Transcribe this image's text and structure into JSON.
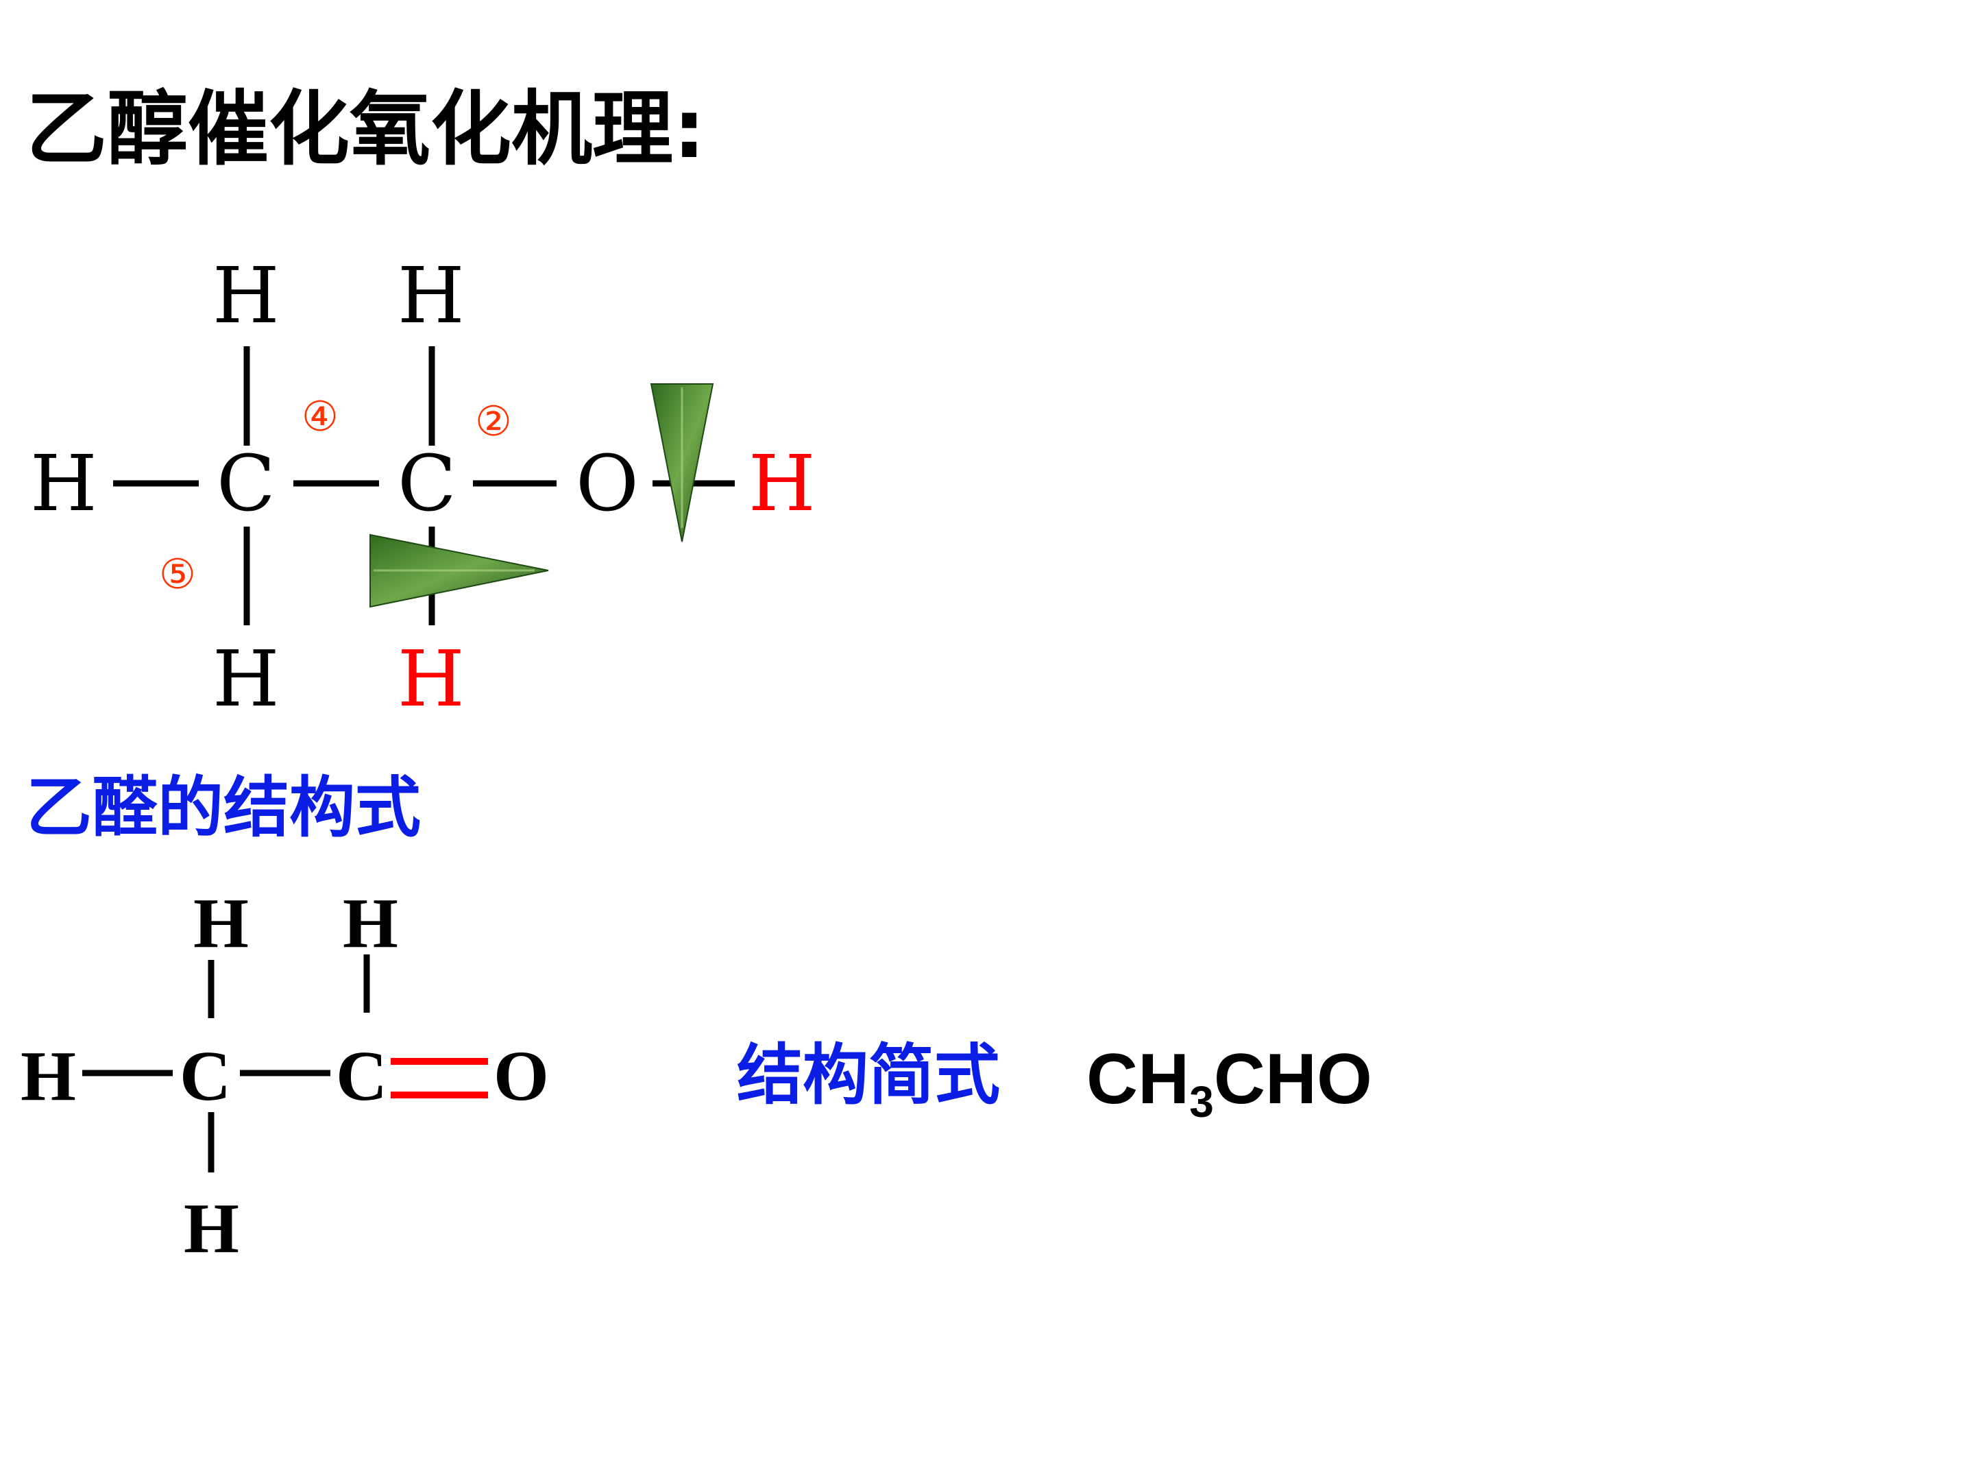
{
  "title": "乙醇催化氧化机理:",
  "colors": {
    "black": "#000000",
    "red": "#ff0000",
    "marker": "#ff3300",
    "blue": "#0a1ee6",
    "leaf": "#3d7a2a"
  },
  "ethanol": {
    "atoms": {
      "h_left": "H",
      "c1": "C",
      "c2": "C",
      "o": "O",
      "h_oh": "H",
      "h_top1": "H",
      "h_top2": "H",
      "h_bot1": "H",
      "h_bot2": "H"
    },
    "bond_labels": {
      "b2": "②",
      "b4": "④",
      "b5": "⑤"
    }
  },
  "acetaldehyde": {
    "heading": "乙醛的结构式",
    "atoms": {
      "h_left": "H",
      "c1": "C",
      "c2": "C",
      "o": "O",
      "h_top1": "H",
      "h_top2": "H",
      "h_bot1": "H"
    },
    "short_label": "结构简式",
    "formula": {
      "part1": "CH",
      "sub": "3",
      "part2": "CHO"
    }
  },
  "decorations": [
    "leaf-arrow-icon",
    "leaf-arrow-icon"
  ]
}
